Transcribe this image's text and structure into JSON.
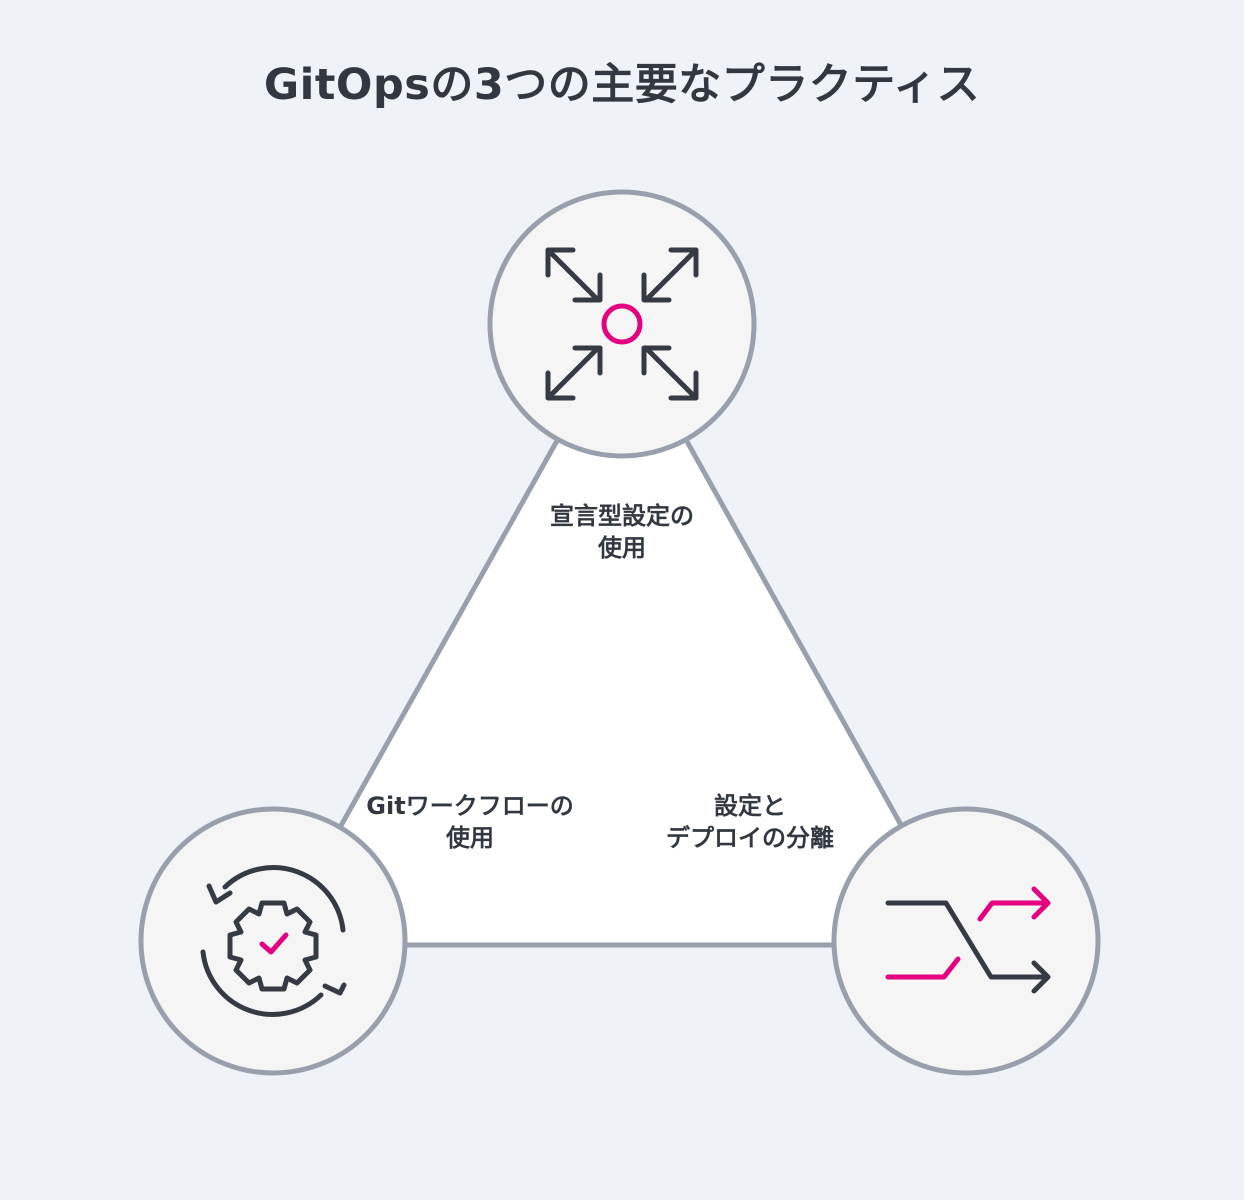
{
  "title": "GitOpsの3つの主要なプラクティス",
  "colors": {
    "background": "#eff2f7",
    "triangle_fill": "#ffffff",
    "stroke": "#9aa0ab",
    "circle_fill": "#f5f5f6",
    "icon_dark": "#363a43",
    "accent": "#e5007f"
  },
  "nodes": {
    "top": {
      "icon": "expand-arrows-icon",
      "label_lines": [
        "宣言型設定の",
        "使用"
      ]
    },
    "bottom_left": {
      "icon": "refresh-gear-check-icon",
      "label_lines": [
        "Gitワークフローの",
        "使用"
      ]
    },
    "bottom_right": {
      "icon": "shuffle-arrows-icon",
      "label_lines": [
        "設定と",
        "デプロイの分離"
      ]
    }
  }
}
